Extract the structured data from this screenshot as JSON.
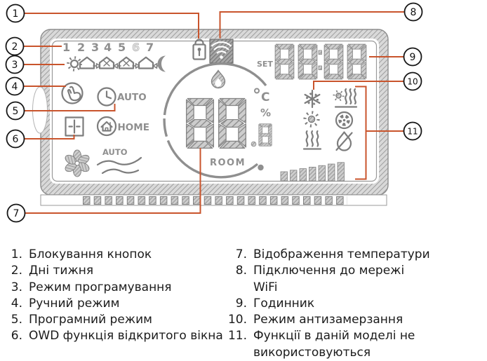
{
  "display": {
    "days": [
      "1",
      "2",
      "3",
      "4",
      "5",
      "6",
      "7"
    ],
    "set_label": "SET",
    "room_label": "ROOM",
    "auto_program_label": "AUTO",
    "home_label": "HOME",
    "fan_auto_label": "AUTO",
    "celsius_label": "C",
    "percent_label": "%"
  },
  "callouts": [
    "1",
    "2",
    "3",
    "4",
    "5",
    "6",
    "7",
    "8",
    "9",
    "10",
    "11"
  ],
  "legend": {
    "left": [
      {
        "num": "1.",
        "label": "Блокування кнопок"
      },
      {
        "num": "2.",
        "label": "Дні тижня"
      },
      {
        "num": "3.",
        "label": "Режим програмування"
      },
      {
        "num": "4.",
        "label": "Ручний режим"
      },
      {
        "num": "5.",
        "label": "Програмний режим"
      },
      {
        "num": "6.",
        "label": "OWD функція відкритого вікна"
      }
    ],
    "right": [
      {
        "num": "7.",
        "label": "Відображення температури"
      },
      {
        "num": "8.",
        "label": "Підключення до мережі WiFi"
      },
      {
        "num": "9.",
        "label": "Годинник"
      },
      {
        "num": "10.",
        "label": "Режим антизамерзання"
      },
      {
        "num": "11.",
        "label": "Функції в даній моделі не використовуються"
      }
    ]
  },
  "colors": {
    "callout_line": "#c9542c",
    "lcd_gray": "#8f8f8f"
  }
}
